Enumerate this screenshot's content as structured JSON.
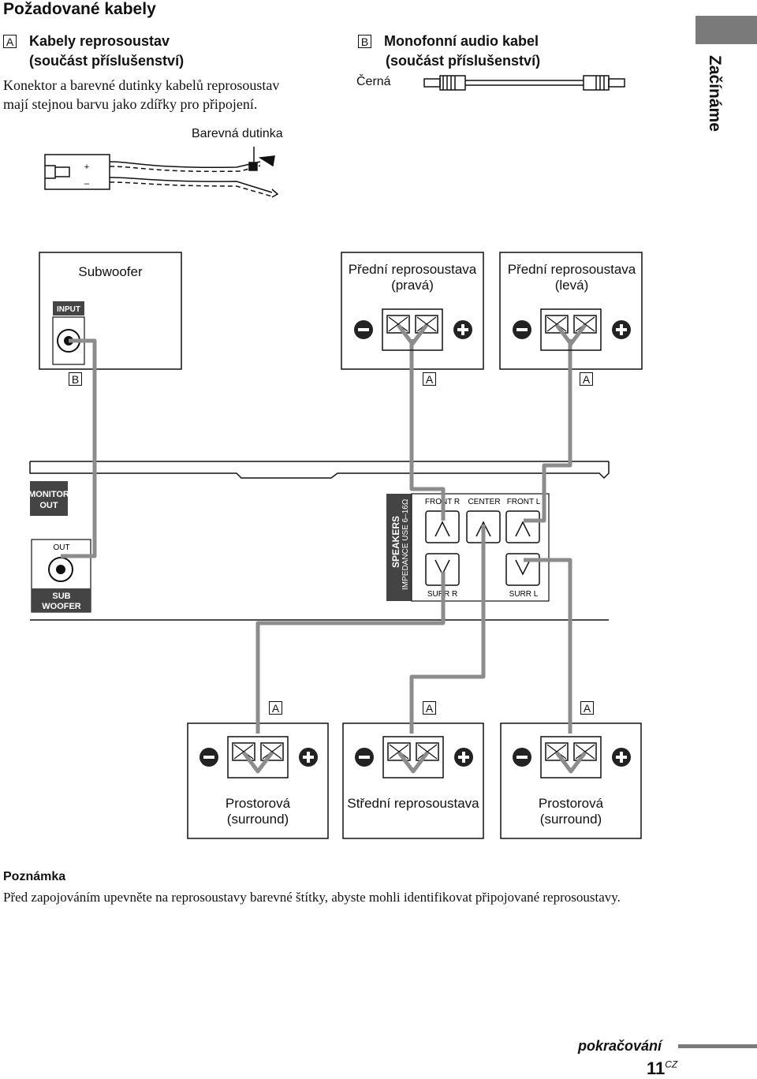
{
  "page": {
    "title": "Požadované kabely",
    "side_tab": "Začínáme",
    "continue": "pokračování",
    "page_number": "11",
    "page_suffix": "CZ"
  },
  "cables": {
    "a": {
      "marker": "A",
      "line1": "Kabely reprosoustav",
      "line2": "(součást příslušenství)",
      "desc_line1": "Konektor a barevné dutinky kabelů reprosoustav",
      "desc_line2": "mají stejnou barvu jako zdířky pro připojení.",
      "sleeve_label": "Barevná dutinka",
      "plus": "+",
      "minus": "–"
    },
    "b": {
      "marker": "B",
      "line1": "Monofonní audio kabel",
      "line2": "(součást příslušenství)",
      "color_label": "Černá"
    }
  },
  "speakers": {
    "subwoofer": "Subwoofer",
    "input": "INPUT",
    "front_r_1": "Přední reprosoustava",
    "front_r_2": "(pravá)",
    "front_l_1": "Přední reprosoustava",
    "front_l_2": "(levá)",
    "surround_1": "Prostorová",
    "surround_2": "(surround)",
    "center": "Střední reprosoustava"
  },
  "unit": {
    "monitor": "MONITOR",
    "out_top": "OUT",
    "out": "OUT",
    "sub": "SUB",
    "woofer": "WOOFER",
    "speakers": "SPEAKERS",
    "impedance": "IMPEDANCE USE 6–16Ω",
    "front_r": "FRONT R",
    "center": "CENTER",
    "front_l": "FRONT L",
    "surr_r": "SURR R",
    "surr_l": "SURR L",
    "plus": "+",
    "minus": "–"
  },
  "markers": {
    "a": "A",
    "b": "B"
  },
  "note": {
    "heading": "Poznámka",
    "text": "Před zapojováním upevněte na reprosoustavy barevné štítky, abyste mohli identifikovat připojované reprosoustavy."
  },
  "colors": {
    "cable": "#8c8c8c",
    "tab": "#7a7a7a",
    "line": "#111111"
  }
}
